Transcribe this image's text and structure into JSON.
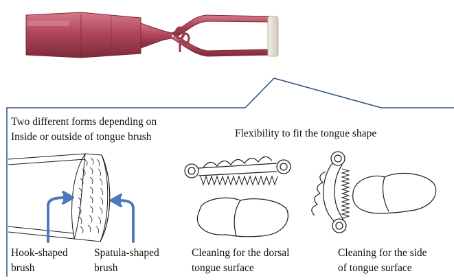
{
  "header_text": {
    "line1": "Two different forms depending on",
    "line2": "Inside or outside of tongue brush"
  },
  "flexibility_text": "Flexibility to fit the tongue shape",
  "labels": {
    "hook_line1": "Hook-shaped",
    "hook_line2": "brush",
    "spatula_line1": "Spatula-shaped",
    "spatula_line2": "brush",
    "dorsal_line1": "Cleaning for the dorsal",
    "dorsal_line2": "tongue surface",
    "side_line1": "Cleaning for the side",
    "side_line2": "of tongue surface"
  },
  "colors": {
    "device_body": "#b0475a",
    "device_shade": "#8a2f40",
    "device_highlight": "#d67a88",
    "brush_tip": "#e9e4dc",
    "arrow": "#4a79bd",
    "outline": "#1a1a1a",
    "callout_line": "#2f4f7f"
  }
}
